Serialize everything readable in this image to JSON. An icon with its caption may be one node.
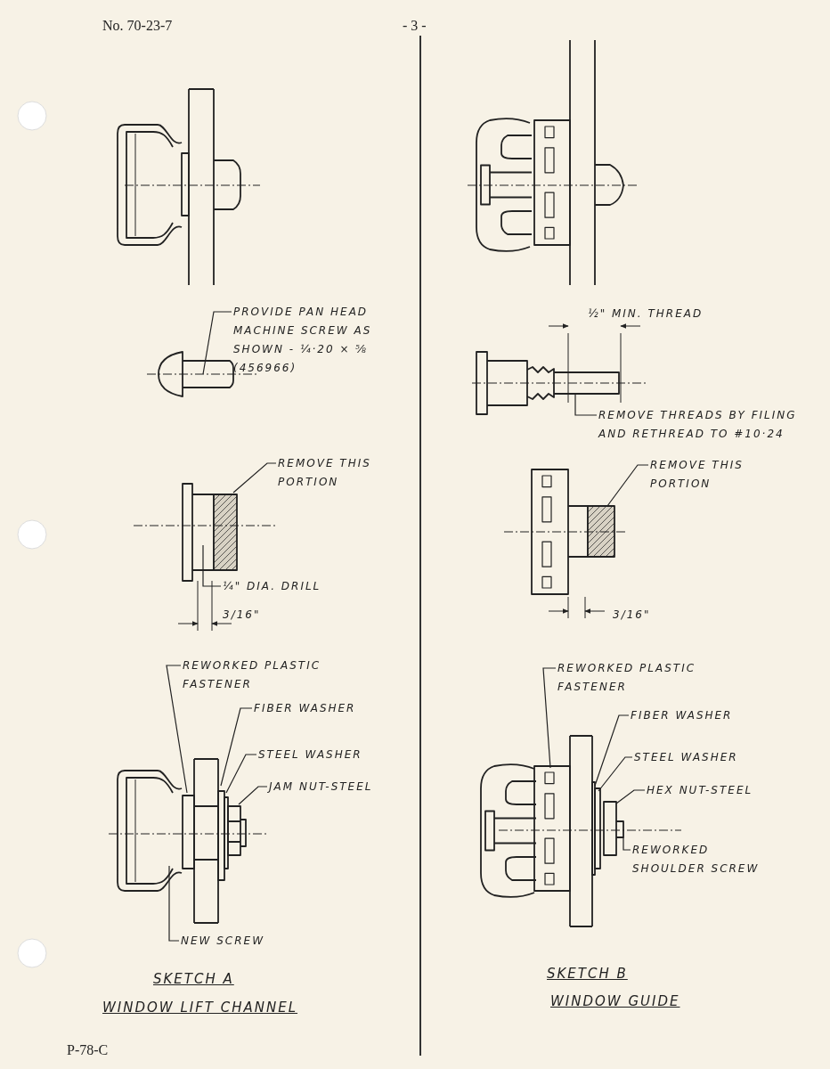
{
  "diagram": {
    "nodes": [
      {
        "text": [
          "PROVIDE PAN HEAD MACHINE SCREW AS SHOWN - ¼·20 × ⅝ (456966)"
        ]
      },
      {
        "text": [
          "REMOVE THIS PORTION"
        ]
      },
      {
        "text": [
          "¼\" DIA. DRILL"
        ]
      },
      {
        "text": [
          "REWORKED PLASTIC FASTENER"
        ]
      },
      {
        "text": [
          "FIBER WASHER"
        ]
      },
      {
        "text": [
          "STEEL WASHER"
        ]
      },
      {
        "text": [
          "JAM NUT-STEEL"
        ]
      },
      {
        "text": [
          "NEW SCREW"
        ]
      },
      {
        "text": [
          "REMOVE THREADS BY FILING AND RETHREAD TO #10·24"
        ]
      },
      {
        "text": [
          "REMOVE THIS PORTION"
        ]
      },
      {
        "text": [
          "REWORKED PLASTIC FASTENER"
        ]
      },
      {
        "text": [
          "FIBER WASHER"
        ]
      },
      {
        "text": [
          "STEEL WASHER"
        ]
      },
      {
        "text": [
          "HEX NUT-STEEL"
        ]
      },
      {
        "text": [
          "REWORKED SHOULDER SCREW"
        ]
      },
      {
        "text": [],
        "shape": "picture"
      },
      {
        "text": [],
        "shape": "picture"
      },
      {
        "text": [],
        "shape": "picture"
      },
      {
        "text": [],
        "shape": "picture"
      }
    ],
    "edges": [
      {
        "from": 0,
        "to": 15,
        "arrow": "none"
      },
      {
        "from": 1,
        "to": 16,
        "arrow": "none"
      },
      {
        "from": 2,
        "to": 16,
        "arrow": "none"
      },
      {
        "from": 3,
        "to": null,
        "arrow": "none"
      },
      {
        "from": 4,
        "to": null,
        "arrow": "none"
      },
      {
        "from": 5,
        "to": null,
        "arrow": "none"
      },
      {
        "from": 6,
        "to": null,
        "arrow": "none"
      },
      {
        "from": 7,
        "to": null,
        "arrow": "none"
      },
      {
        "from": 8,
        "to": 17,
        "arrow": "none"
      },
      {
        "from": 9,
        "to": 18,
        "arrow": "none"
      },
      {
        "from": 10,
        "to": null,
        "arrow": "none"
      },
      {
        "from": 11,
        "to": null,
        "arrow": "none"
      },
      {
        "from": 12,
        "to": null,
        "arrow": "none"
      },
      {
        "from": 13,
        "to": null,
        "arrow": "none"
      },
      {
        "from": 14,
        "to": null,
        "arrow": "none"
      }
    ],
    "labels": [
      "No. 70-23-7",
      "- 3 -",
      "½\" MIN. THREAD",
      "3/16\"",
      "3/16\"",
      "SKETCH A",
      "WINDOW LIFT CHANNEL",
      "SKETCH B",
      "WINDOW GUIDE",
      "P-78-C"
    ]
  }
}
